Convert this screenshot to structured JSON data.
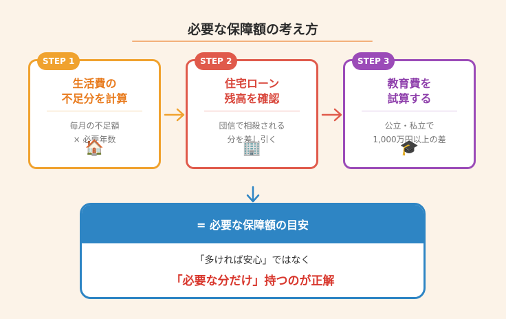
{
  "title": "必要な保障額の考え方",
  "steps": [
    {
      "badge": "STEP 1",
      "heading_line1": "生活費の",
      "heading_line2": "不足分を計算",
      "desc_line1": "毎月の不足額",
      "desc_line2": "× 必要年数",
      "icon": "🏠",
      "icon_name": "house-icon",
      "color": "#f0a22e"
    },
    {
      "badge": "STEP 2",
      "heading_line1": "住宅ローン",
      "heading_line2": "残高を確認",
      "desc_line1": "団信で相殺される",
      "desc_line2": "分を差し引く",
      "icon": "🏢",
      "icon_name": "building-icon",
      "color": "#e05a4b"
    },
    {
      "badge": "STEP 3",
      "heading_line1": "教育費を",
      "heading_line2": "試算する",
      "desc_line1": "公立・私立で",
      "desc_line2": "1,000万円以上の差",
      "icon": "🎓",
      "icon_name": "graduation-cap-icon",
      "color": "#9b4bb8"
    }
  ],
  "result": {
    "heading": "= 必要な保障額の目安",
    "line1": "「多ければ安心」ではなく",
    "line2": "「必要な分だけ」持つのが正解",
    "color": "#2e85c4"
  }
}
